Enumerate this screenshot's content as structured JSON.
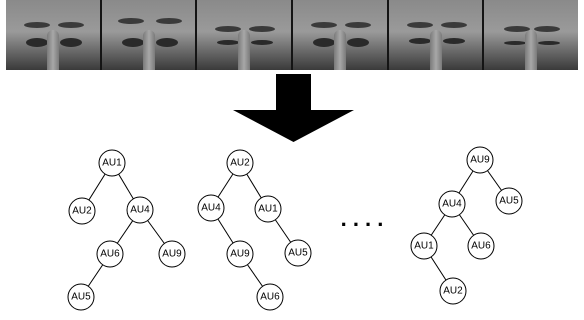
{
  "trees": [
    {
      "nodes": {
        "a": "AU1",
        "b": "AU2",
        "c": "AU4",
        "d": "AU6",
        "e": "AU9",
        "f": "AU5"
      }
    },
    {
      "nodes": {
        "a": "AU2",
        "b": "AU4",
        "c": "AU1",
        "d": "AU9",
        "e": "AU5",
        "f": "AU6"
      }
    },
    {
      "nodes": {
        "a": "AU9",
        "b": "AU4",
        "c": "AU5",
        "d": "AU1",
        "e": "AU6",
        "f": "AU2"
      }
    }
  ],
  "ellipsis": ". . . ."
}
